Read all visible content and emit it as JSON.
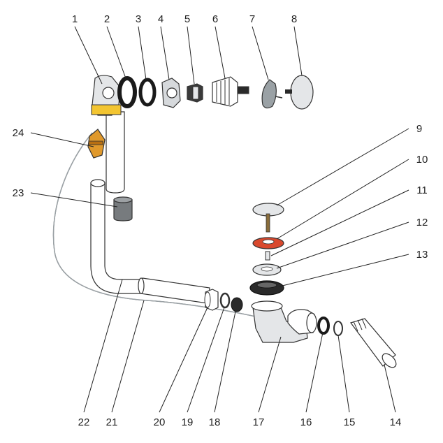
{
  "labels": {
    "p1": "1",
    "p2": "2",
    "p3": "3",
    "p4": "4",
    "p5": "5",
    "p6": "6",
    "p7": "7",
    "p8": "8",
    "p9": "9",
    "p10": "10",
    "p11": "11",
    "p12": "12",
    "p13": "13",
    "p14": "14",
    "p15": "15",
    "p16": "16",
    "p17": "17",
    "p18": "18",
    "p19": "19",
    "p20": "20",
    "p21": "21",
    "p22": "22",
    "p23": "23",
    "p24": "24"
  },
  "colors": {
    "outline": "#333333",
    "pipe_fill": "#ffffff",
    "gasket_black": "#1a1a1a",
    "accent_red": "#d9492e",
    "accent_orange": "#e0992c",
    "cable_gray": "#6e7579",
    "chrome_light": "#e4e6e8",
    "dark_gray": "#555555"
  }
}
